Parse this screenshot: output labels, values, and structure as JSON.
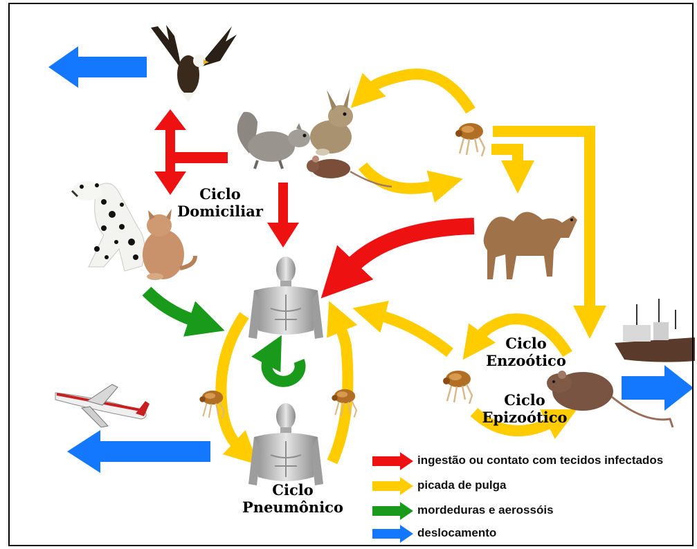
{
  "cycles": {
    "domiciliar": {
      "line1": "Ciclo",
      "line2": "Domiciliar"
    },
    "enzootico": {
      "line1": "Ciclo",
      "line2": "Enzoótico"
    },
    "epizootico": {
      "line1": "Ciclo",
      "line2": "Epizoótico"
    },
    "pneumonico": {
      "line1": "Ciclo",
      "line2": "Pneumônico"
    }
  },
  "legend": [
    {
      "label": "ingestão ou contato com tecidos infectados",
      "color": "#ee1111"
    },
    {
      "label": "picada de pulga",
      "color": "#ffcc00"
    },
    {
      "label": "mordeduras e aerossóis",
      "color": "#1a9a1a"
    },
    {
      "label": "deslocamento",
      "color": "#1478ff"
    }
  ],
  "colors": {
    "red": "#ee1111",
    "yellow": "#ffcc00",
    "green": "#1a9a1a",
    "blue": "#1478ff"
  },
  "illustrations": [
    "eagle-icon",
    "squirrel-icon",
    "rabbit-icon",
    "mouse-icon",
    "flea-icon",
    "dog-icon",
    "cat-icon",
    "camel-icon",
    "human-icon",
    "ship-icon",
    "airplane-icon",
    "rat-icon"
  ]
}
